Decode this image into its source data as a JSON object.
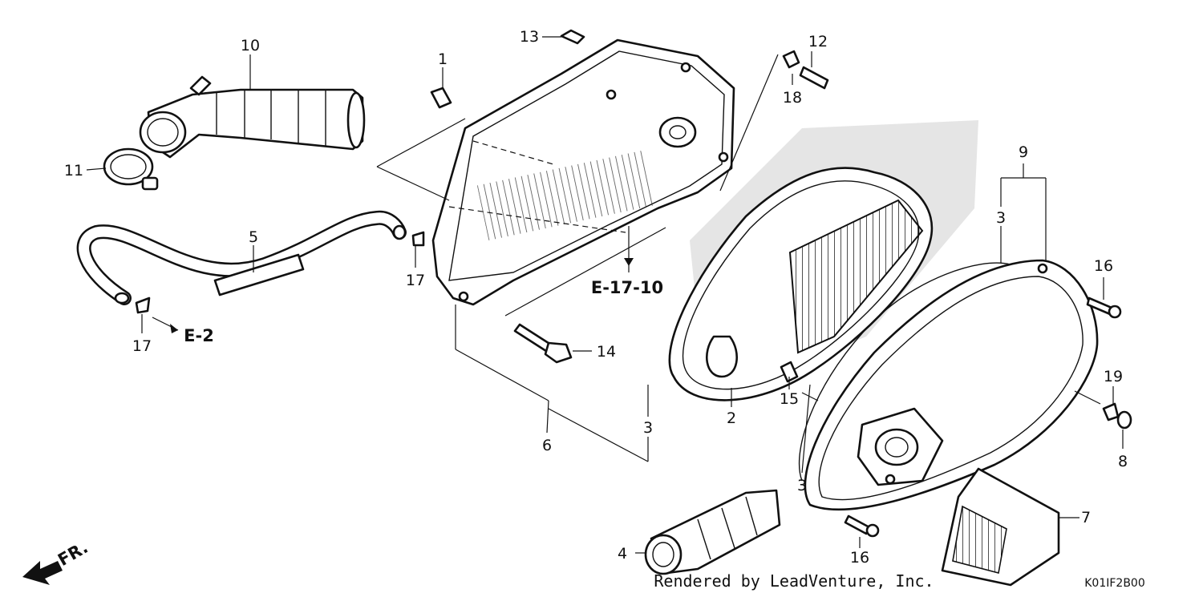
{
  "callouts": [
    "1",
    "2",
    "3",
    "3",
    "3",
    "4",
    "5",
    "6",
    "7",
    "8",
    "9",
    "10",
    "11",
    "12",
    "13",
    "14",
    "15",
    "16",
    "16",
    "17",
    "17",
    "18",
    "19"
  ],
  "refs": {
    "e17": "E-17-10",
    "e2": "E-2"
  },
  "front_marker": "FR.",
  "credit": "Rendered by LeadVenture, Inc.",
  "diagram_code": "K01IF2B00"
}
